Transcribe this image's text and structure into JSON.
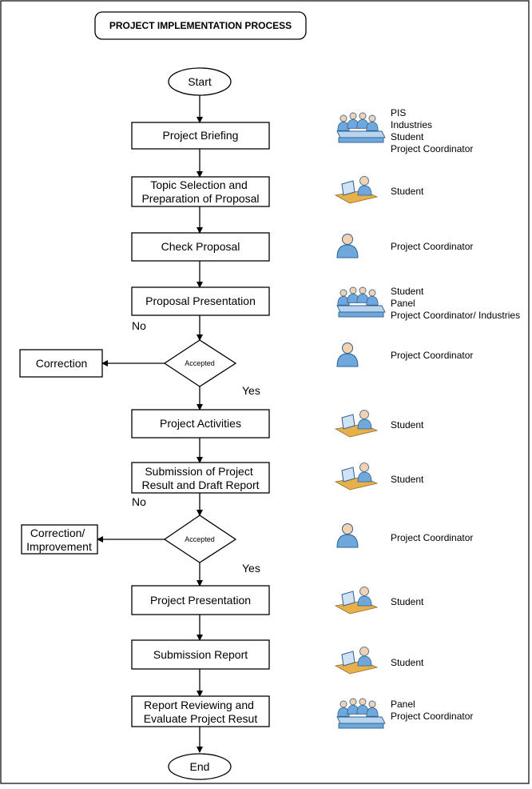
{
  "title": "PROJECT IMPLEMENTATION PROCESS",
  "start": "Start",
  "end": "End",
  "steps": [
    {
      "lines": [
        "Project Briefing"
      ]
    },
    {
      "lines": [
        "Topic Selection and",
        "Preparation of Proposal"
      ]
    },
    {
      "lines": [
        "Check Proposal"
      ]
    },
    {
      "lines": [
        "Proposal Presentation"
      ]
    },
    {
      "lines": [
        "Project Activities"
      ]
    },
    {
      "lines": [
        "Submission of Project",
        "Result and Draft Report"
      ]
    },
    {
      "lines": [
        "Project Presentation"
      ]
    },
    {
      "lines": [
        "Submission Report"
      ]
    },
    {
      "lines": [
        "Report Reviewing and",
        "Evaluate Project Resut"
      ]
    }
  ],
  "decisions": [
    {
      "label": "Accepted",
      "no_label": "No",
      "yes_label": "Yes",
      "no_target_lines": [
        "Correction"
      ]
    },
    {
      "label": "Accepted",
      "no_label": "No",
      "yes_label": "Yes",
      "no_target_lines": [
        "Correction/",
        "Improvement"
      ]
    }
  ],
  "roles": [
    {
      "icon": "meeting-group-icon",
      "lines": [
        "PIS",
        "Industries",
        "Student",
        "Project Coordinator"
      ]
    },
    {
      "icon": "student-at-desk-icon",
      "lines": [
        "Student"
      ]
    },
    {
      "icon": "person-icon",
      "lines": [
        "Project Coordinator"
      ]
    },
    {
      "icon": "meeting-group-icon",
      "lines": [
        "Student",
        "Panel",
        "Project Coordinator/ Industries"
      ]
    },
    {
      "icon": "person-icon",
      "lines": [
        "Project Coordinator"
      ]
    },
    {
      "icon": "student-at-desk-icon",
      "lines": [
        "Student"
      ]
    },
    {
      "icon": "student-at-desk-icon",
      "lines": [
        "Student"
      ]
    },
    {
      "icon": "person-icon",
      "lines": [
        "Project Coordinator"
      ]
    },
    {
      "icon": "student-at-desk-icon",
      "lines": [
        "Student"
      ]
    },
    {
      "icon": "student-at-desk-icon",
      "lines": [
        "Student"
      ]
    },
    {
      "icon": "meeting-group-icon",
      "lines": [
        "Panel",
        "Project Coordinator"
      ]
    }
  ],
  "colors": {
    "icon_fill": "#6fa8dc",
    "icon_dark": "#2f5f8f",
    "desk": "#e8b04a",
    "skin": "#f2d2b0"
  }
}
